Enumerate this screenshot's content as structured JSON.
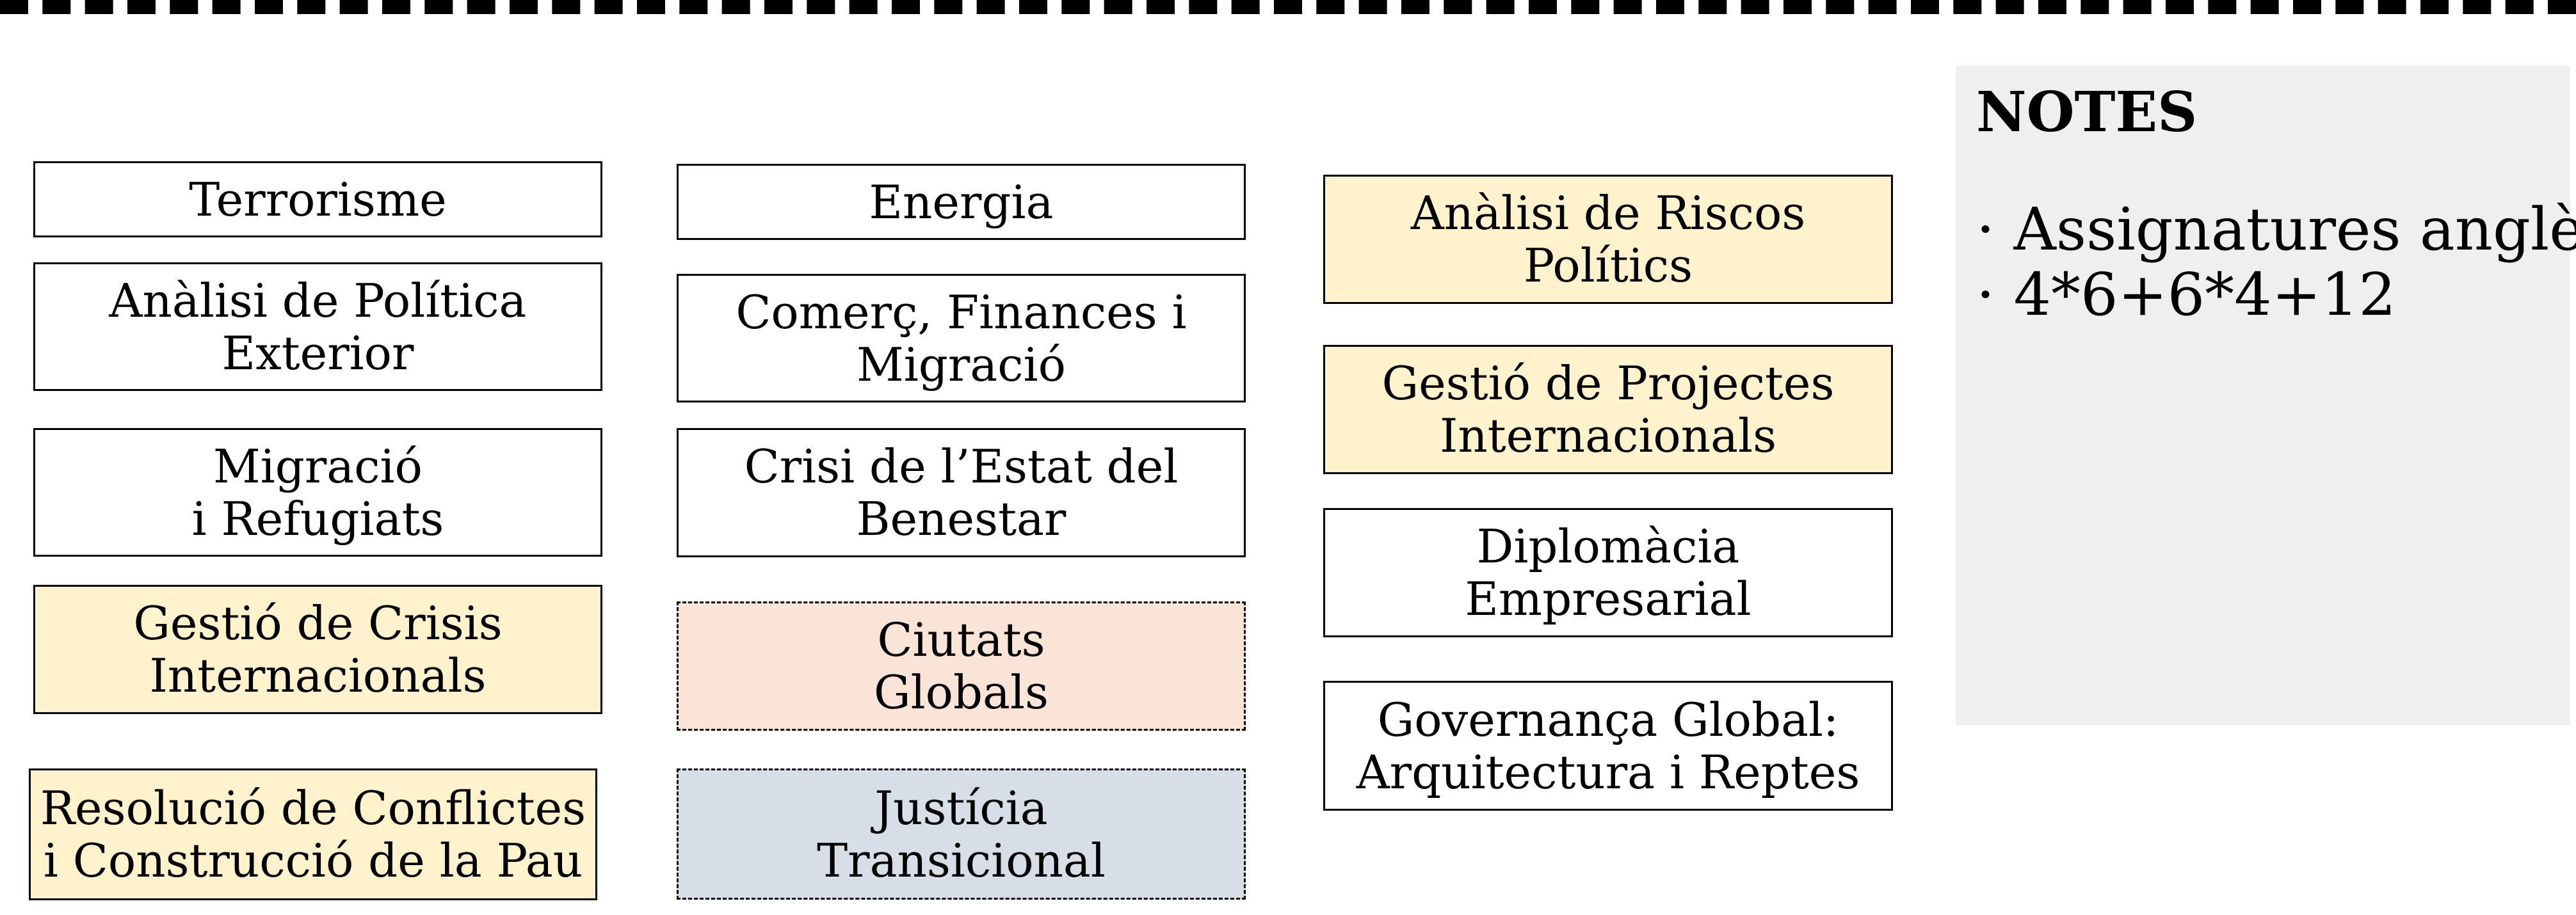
{
  "columns": [
    {
      "boxes": [
        {
          "text": "Terrorisme"
        },
        {
          "text": "Anàlisi de Política\nExterior"
        },
        {
          "text": "Migració\ni Refugiats"
        },
        {
          "text": "Gestió de Crisis\nInternacionals"
        },
        {
          "text": "Resolució de Conflictes\ni Construcció de la Pau"
        }
      ]
    },
    {
      "boxes": [
        {
          "text": "Energia"
        },
        {
          "text": "Comerç, Finances i\nMigració"
        },
        {
          "text": "Crisi de l’Estat del\nBenestar"
        },
        {
          "text": "Ciutats\nGlobals"
        },
        {
          "text": "Justícia\nTransicional"
        }
      ]
    },
    {
      "boxes": [
        {
          "text": "Anàlisi de Riscos\nPolítics"
        },
        {
          "text": "Gestió de Projectes\nInternacionals"
        },
        {
          "text": "Diplomàcia\nEmpresarial"
        },
        {
          "text": "Governança Global:\nArquitectura i Reptes"
        }
      ]
    }
  ],
  "notes": {
    "title": "NOTES",
    "items": [
      "· Assignatures anglès?",
      "· 4*6+6*4+12"
    ]
  },
  "colors": {
    "yellow": "#fff2cc",
    "peach": "#fae4d7",
    "blue": "#d8dee8",
    "notes_bg": "#efefef"
  }
}
